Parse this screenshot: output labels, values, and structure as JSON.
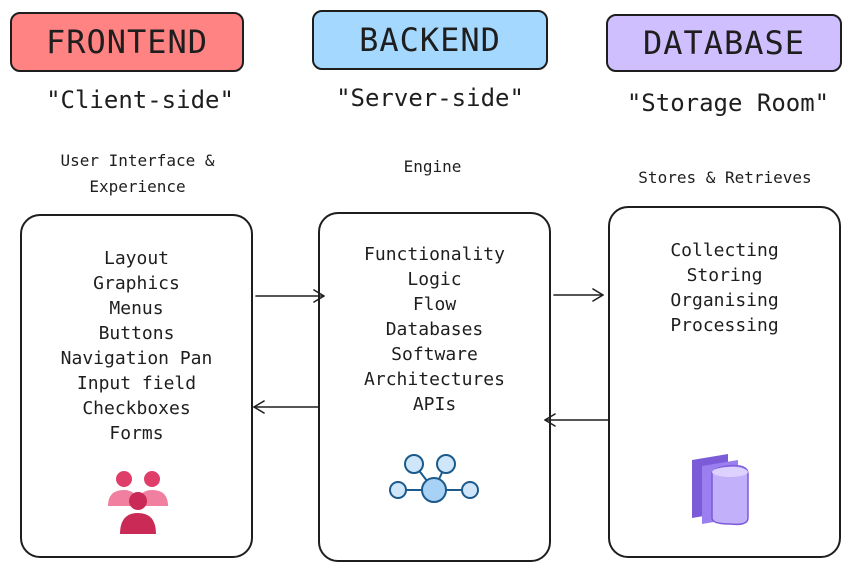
{
  "columns": [
    {
      "id": "front",
      "header": "FRONTEND",
      "header_color": "#ff8383",
      "subtitle": "\"Client-side\"",
      "caption": "User Interface & Experience",
      "items": [
        "Layout",
        "Graphics",
        "Menus",
        "Buttons",
        "Navigation Pan",
        "Input field",
        "Checkboxes",
        "Forms"
      ],
      "icon": "users-group-icon"
    },
    {
      "id": "back",
      "header": "BACKEND",
      "header_color": "#a5d8ff",
      "subtitle": "\"Server-side\"",
      "caption": "Engine",
      "items": [
        "Functionality",
        "Logic",
        "Flow",
        "Databases",
        "Software",
        "Architectures",
        "APIs"
      ],
      "icon": "network-nodes-icon"
    },
    {
      "id": "db",
      "header": "DATABASE",
      "header_color": "#d0bfff",
      "subtitle": "\"Storage Room\"",
      "caption": "Stores & Retrieves",
      "items": [
        "Collecting",
        "Storing",
        "Organising",
        "Processing"
      ],
      "icon": "storage-cylinder-icon"
    }
  ]
}
